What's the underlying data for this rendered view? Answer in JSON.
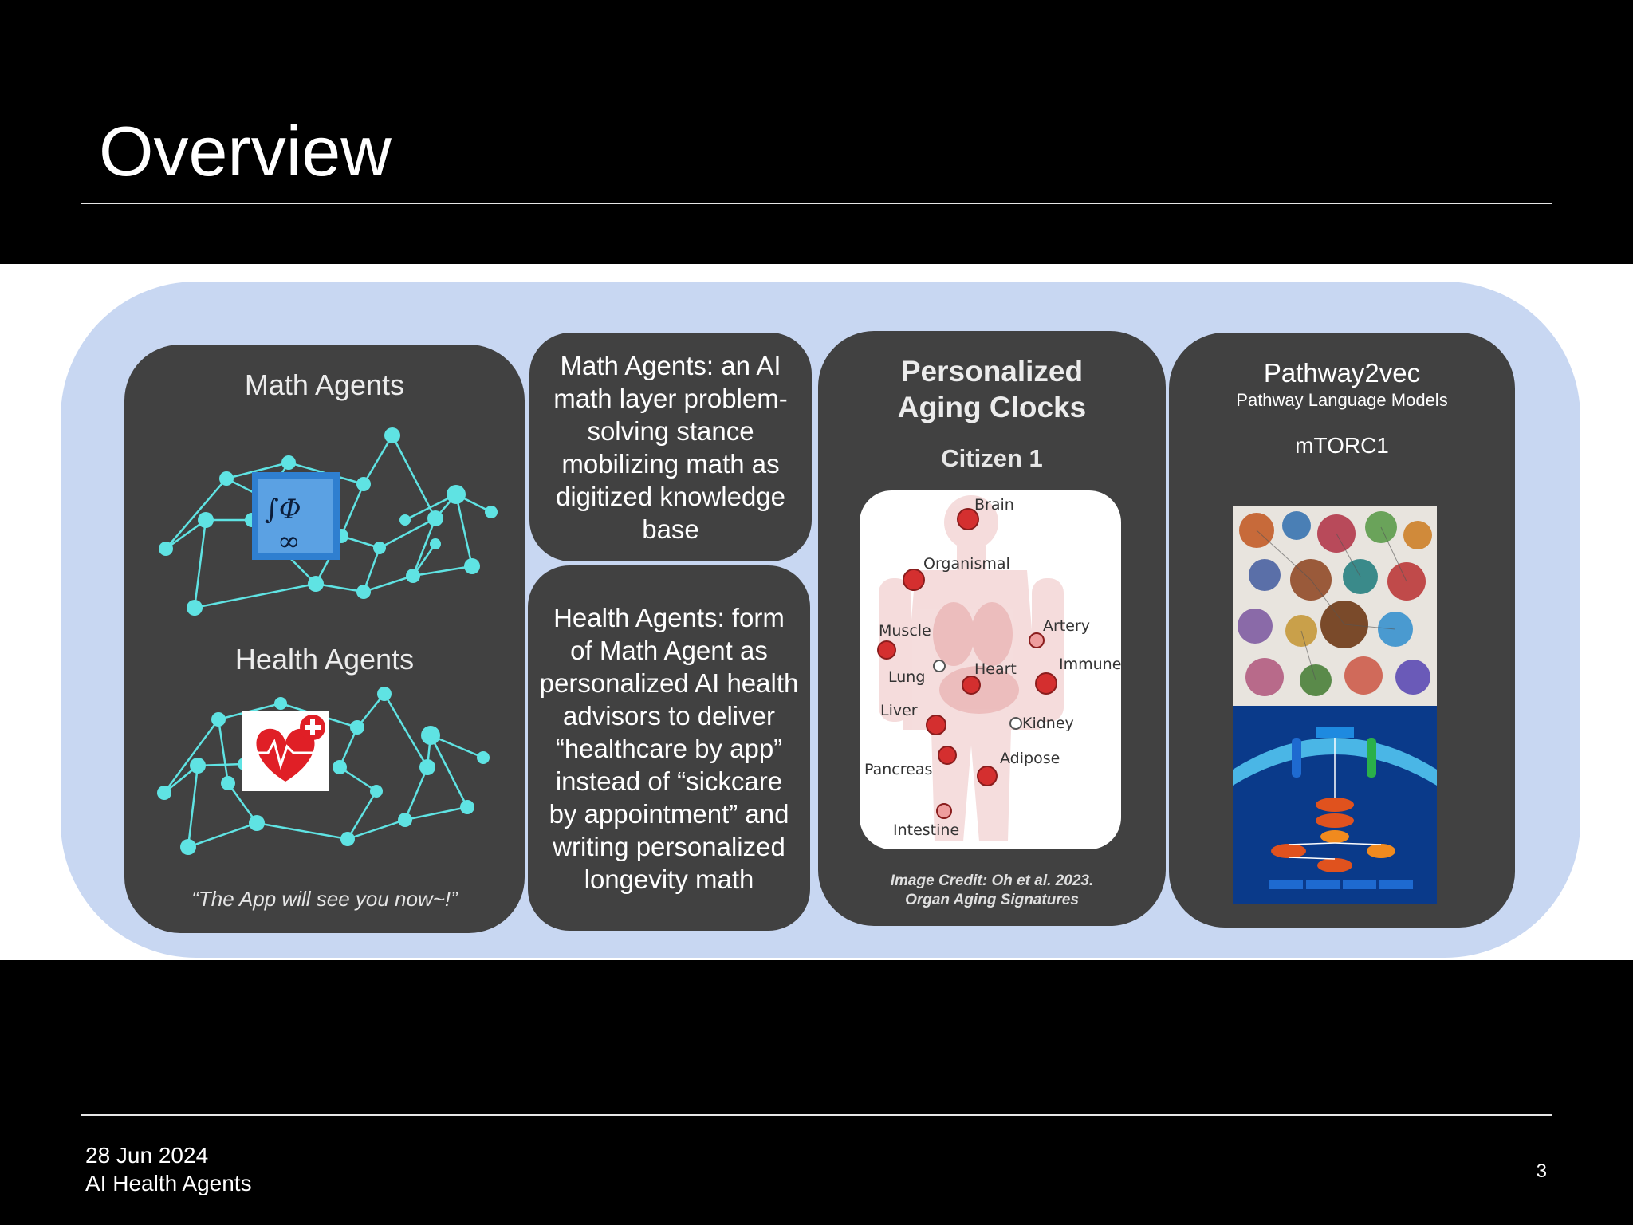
{
  "slide": {
    "title": "Overview"
  },
  "cards": {
    "agents": {
      "math_heading": "Math Agents",
      "health_heading": "Health Agents",
      "quote": "“The App will see you now~!”"
    },
    "math_text": "Math Agents: an AI math layer problem-solving stance mobilizing math as digitized knowledge base",
    "health_text": "Health Agents: form of Math Agent as personalized AI health advisors to deliver “healthcare by app” instead of “sickcare by appointment” and writing personalized longevity math",
    "aging": {
      "title_line1": "Personalized",
      "title_line2": "Aging Clocks",
      "citizen": "Citizen 1",
      "organs": {
        "brain": "Brain",
        "organismal": "Organismal",
        "muscle": "Muscle",
        "artery": "Artery",
        "lung": "Lung",
        "heart": "Heart",
        "immune": "Immune",
        "liver": "Liver",
        "kidney": "Kidney",
        "adipose": "Adipose",
        "pancreas": "Pancreas",
        "intestine": "Intestine"
      },
      "credit_line1": "Image Credit: Oh et al. 2023.",
      "credit_line2": "Organ Aging Signatures"
    },
    "pathway": {
      "title": "Pathway2vec",
      "subtitle": "Pathway Language Models",
      "gene": "mTORC1"
    }
  },
  "footer": {
    "date": "28 Jun 2024",
    "title": "AI Health Agents",
    "page_number": "3"
  },
  "colors": {
    "background": "#000000",
    "panel_blue": "#c8d7f2",
    "card_gray": "#414141",
    "network_cyan": "#5fe3e3",
    "organ_red": "#d42f2f"
  },
  "icons": {
    "math": "math-symbols-icon",
    "health": "heart-plus-icon"
  }
}
